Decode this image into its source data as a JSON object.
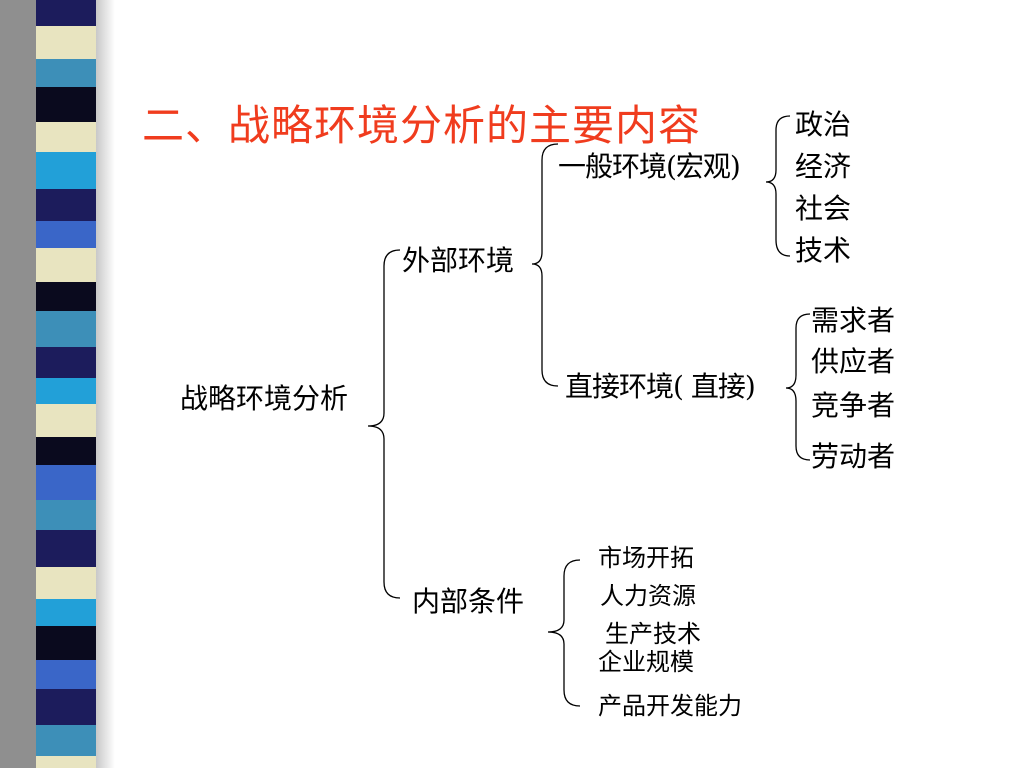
{
  "title": "二、战略环境分析的主要内容",
  "tree": {
    "root": "战略环境分析",
    "external": {
      "label": "外部环境",
      "general": {
        "label": "一般环境(宏观)",
        "items": [
          "政治",
          "经济",
          "社会",
          "技术"
        ]
      },
      "direct": {
        "label": "直接环境( 直接)",
        "items": [
          "需求者",
          "供应者",
          "竞争者",
          "劳动者"
        ]
      }
    },
    "internal": {
      "label": "内部条件",
      "items": [
        "市场开拓",
        "人力资源",
        "生产技术",
        "企业规模",
        "产品开发能力"
      ]
    }
  },
  "colors": {
    "title": "#f03c1e",
    "stripe": [
      "#1c1c5c",
      "#e8e4c0",
      "#3d8fb8",
      "#0a0a1e",
      "#22a0d8",
      "#3a66c8"
    ]
  }
}
